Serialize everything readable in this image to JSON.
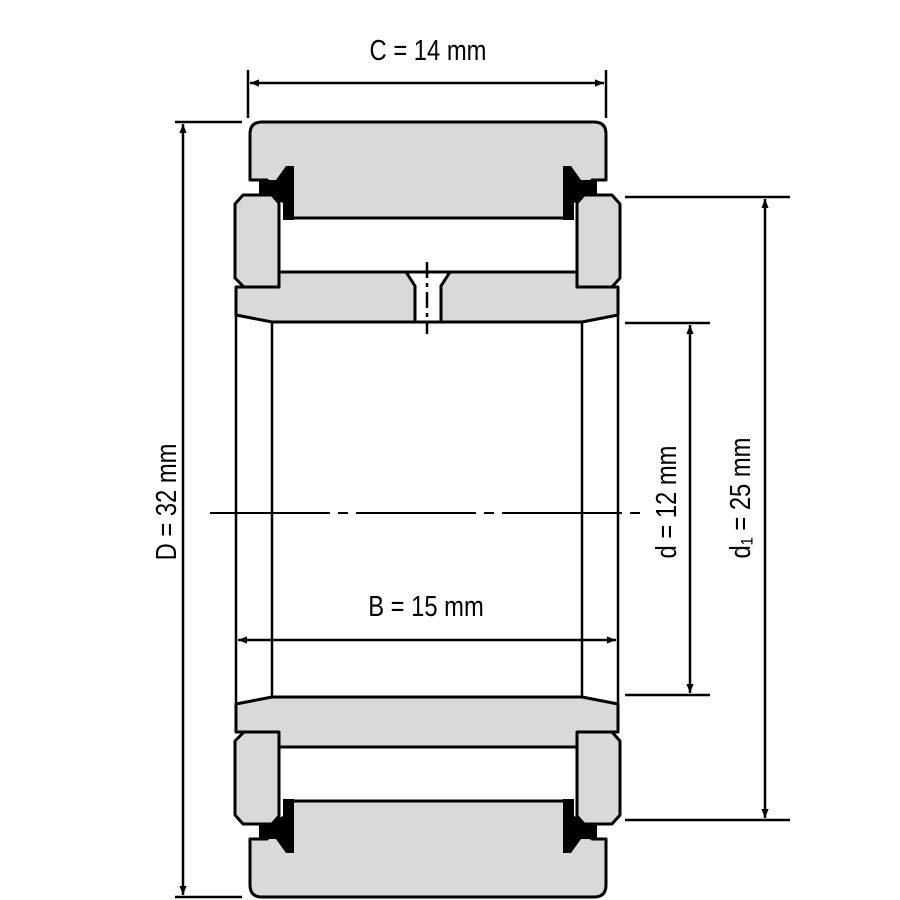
{
  "diagram": {
    "title": "Needle roller bearing with inner ring – dimensions",
    "colors": {
      "part_fill": "#d9d9d9",
      "seal": "#000000",
      "line": "#000000"
    },
    "dimensions": {
      "C": "C = 14 mm",
      "D": "D = 32 mm",
      "B": "B = 15 mm",
      "d": "d = 12 mm",
      "d1": "d₁ = 25 mm"
    }
  }
}
